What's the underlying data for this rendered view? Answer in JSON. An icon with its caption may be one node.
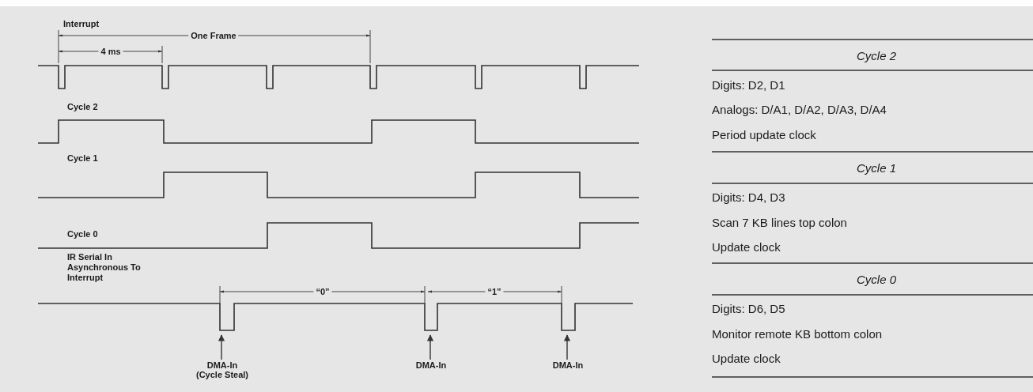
{
  "diagram": {
    "nodes": [
      {
        "text": [
          "DMA-In",
          "(Cycle Steal)"
        ]
      },
      {
        "text": [
          "DMA-In"
        ]
      },
      {
        "text": [
          "DMA-In"
        ]
      }
    ],
    "edges": [
      {
        "from": 0,
        "to": null,
        "arrow": "to"
      },
      {
        "from": 1,
        "to": null,
        "arrow": "to"
      },
      {
        "from": 2,
        "to": null,
        "arrow": "to"
      }
    ],
    "labels": [
      "Interrupt",
      "One Frame",
      "4 ms",
      "Cycle 2",
      "Cycle 1",
      "Cycle 0",
      "IR Serial In Asynchronous To Interrupt",
      "“0”",
      "“1”",
      "Cycle 2",
      "Digits: D2, D1",
      "Analogs: D/A1, D/A2, D/A3, D/A4",
      "Period update clock",
      "Cycle 1",
      "Digits: D4, D3",
      "Scan 7 KB lines top colon",
      "Update clock",
      "Cycle 0",
      "Digits: D6, D5",
      "Monitor remote KB bottom colon",
      "Update clock"
    ]
  }
}
